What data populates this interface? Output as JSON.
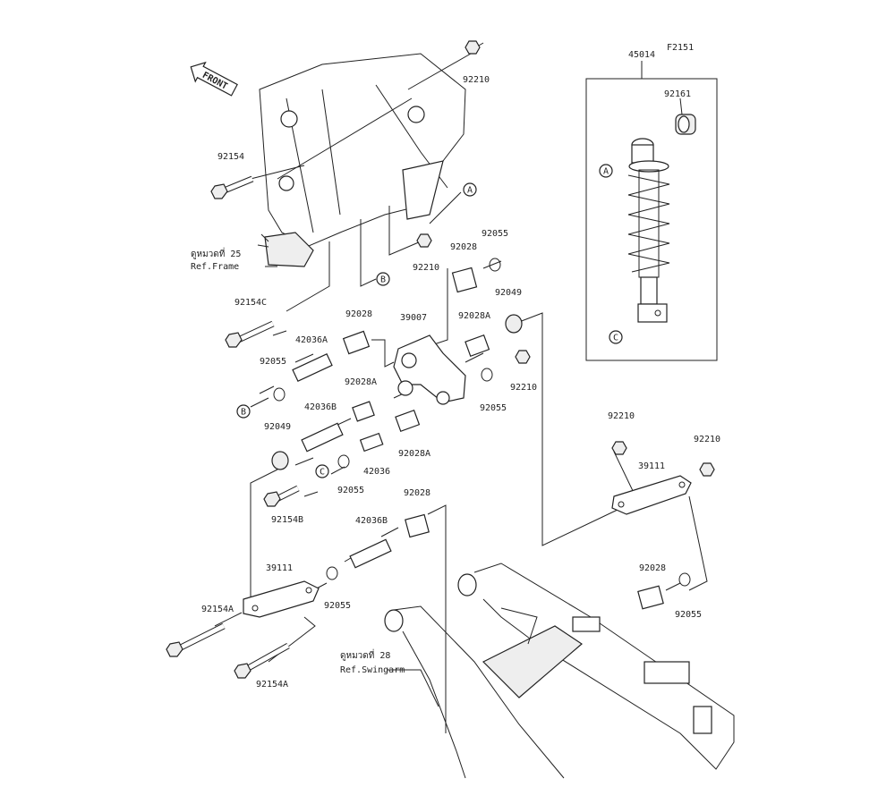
{
  "figure_code": "F2151",
  "front_sign": "FRONT",
  "parts": [
    {
      "id": "45014"
    },
    {
      "id": "92161"
    },
    {
      "id": "92210"
    },
    {
      "id": "92154"
    },
    {
      "id": "92210"
    },
    {
      "id": "92055"
    },
    {
      "id": "92028"
    },
    {
      "id": "92049"
    },
    {
      "id": "92154C"
    },
    {
      "id": "92028"
    },
    {
      "id": "39007"
    },
    {
      "id": "92028A"
    },
    {
      "id": "42036A"
    },
    {
      "id": "92055"
    },
    {
      "id": "92210"
    },
    {
      "id": "92055"
    },
    {
      "id": "92028A"
    },
    {
      "id": "42036B"
    },
    {
      "id": "92049"
    },
    {
      "id": "92028A"
    },
    {
      "id": "42036"
    },
    {
      "id": "92055"
    },
    {
      "id": "92154B"
    },
    {
      "id": "92028"
    },
    {
      "id": "42036B"
    },
    {
      "id": "39111"
    },
    {
      "id": "92055"
    },
    {
      "id": "92154A"
    },
    {
      "id": "92154A"
    },
    {
      "id": "92210"
    },
    {
      "id": "92210"
    },
    {
      "id": "39111"
    },
    {
      "id": "92028"
    },
    {
      "id": "92055"
    }
  ],
  "references": [
    {
      "thai": "ดูหมวดที่ 25",
      "ref": "Ref.Frame"
    },
    {
      "thai": "ดูหมวดที่ 28",
      "ref": "Ref.Swingarm"
    }
  ],
  "markers": [
    "A",
    "B",
    "A",
    "C",
    "B",
    "C"
  ]
}
